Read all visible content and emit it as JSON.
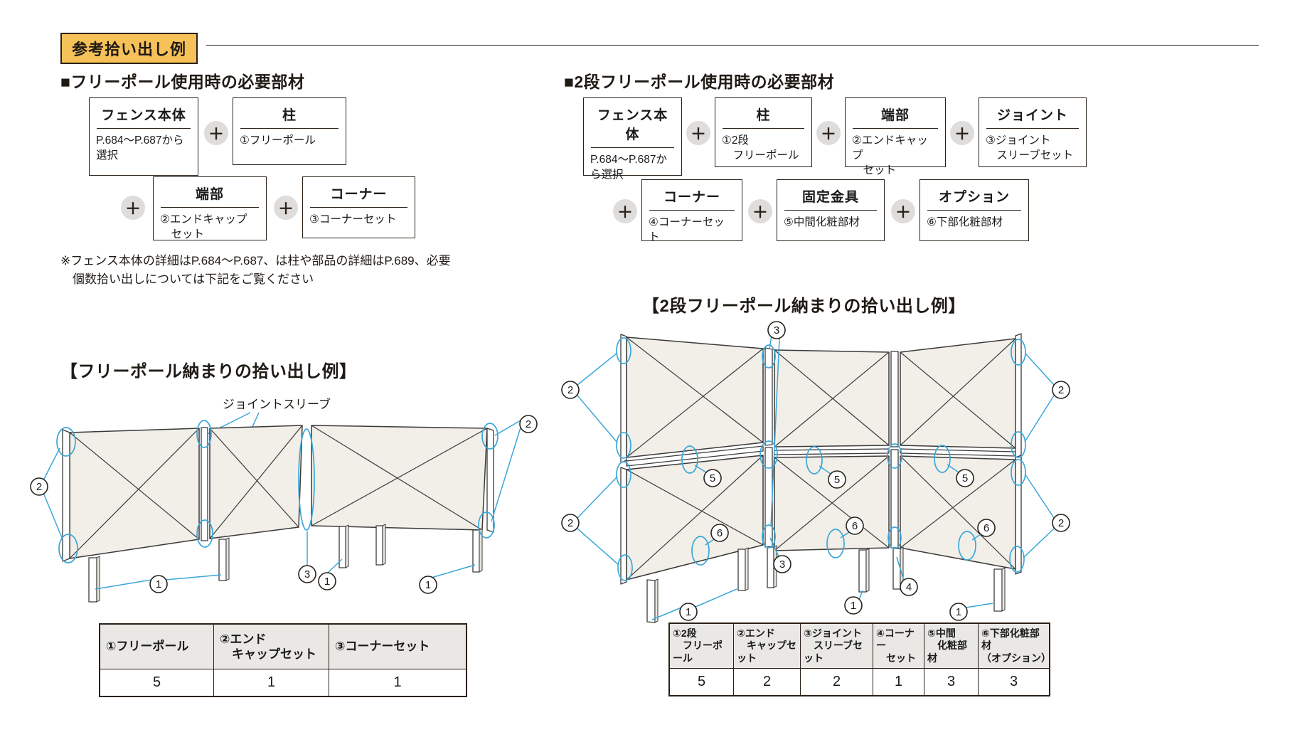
{
  "page": {
    "badge": "参考拾い出し例",
    "plus": "＋"
  },
  "markers": {
    "m1": "1",
    "m2": "2",
    "m3": "3",
    "m4": "4",
    "m5": "5",
    "m6": "6"
  },
  "left": {
    "title": "■フリーポール使用時の必要部材",
    "boxes": [
      {
        "t": "フェンス本体",
        "d": "P.684〜P.687から選択"
      },
      {
        "t": "柱",
        "d": "①フリーポール"
      },
      {
        "t": "端部",
        "d": "②エンドキャップ\n　セット"
      },
      {
        "t": "コーナー",
        "d": "③コーナーセット"
      }
    ],
    "note1": "※フェンス本体の詳細はP.684〜P.687、は柱や部品の詳細はP.689、必要",
    "note2": "個数拾い出しについては下記をご覧ください",
    "diagram_title": "【フリーポール納まりの拾い出し例】",
    "joint_label": "ジョイントスリーブ",
    "table": {
      "headers": [
        "①フリーポール",
        "②エンド\n　キャップセット",
        "③コーナーセット"
      ],
      "values": [
        "5",
        "1",
        "1"
      ]
    }
  },
  "right": {
    "title": "■2段フリーポール使用時の必要部材",
    "boxes": [
      {
        "t": "フェンス本体",
        "d": "P.684〜P.687から選択"
      },
      {
        "t": "柱",
        "d": "①2段\n　フリーポール"
      },
      {
        "t": "端部",
        "d": "②エンドキャップ\n　セット"
      },
      {
        "t": "ジョイント",
        "d": "③ジョイント\n　スリーブセット"
      },
      {
        "t": "コーナー",
        "d": "④コーナーセット"
      },
      {
        "t": "固定金具",
        "d": "⑤中間化粧部材"
      },
      {
        "t": "オプション",
        "d": "⑥下部化粧部材"
      }
    ],
    "diagram_title": "【2段フリーポール納まりの拾い出し例】",
    "table": {
      "headers": [
        "①2段\n　フリーポール",
        "②エンド\n　キャップセット",
        "③ジョイント\n　スリーブセット",
        "④コーナー\n　セット",
        "⑤中間\n　化粧部材",
        "⑥下部化粧部材\n（オプション）"
      ],
      "values": [
        "5",
        "2",
        "2",
        "1",
        "3",
        "3"
      ]
    }
  }
}
